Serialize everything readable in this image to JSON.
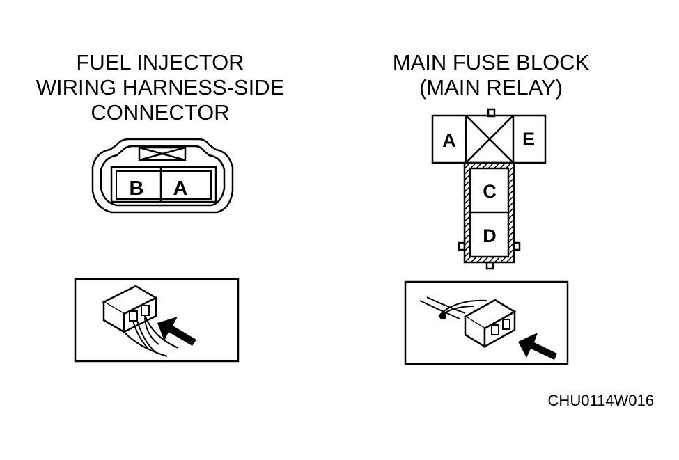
{
  "fuel_injector": {
    "title_lines": [
      "FUEL INJECTOR",
      "WIRING HARNESS-SIDE",
      "CONNECTOR"
    ],
    "terminals": [
      "B",
      "A"
    ]
  },
  "main_fuse_block": {
    "title_lines": [
      "MAIN FUSE BLOCK",
      "(MAIN RELAY)"
    ],
    "terminals": [
      "A",
      "E",
      "C",
      "D"
    ]
  },
  "reference_code": "CHU0114W016"
}
